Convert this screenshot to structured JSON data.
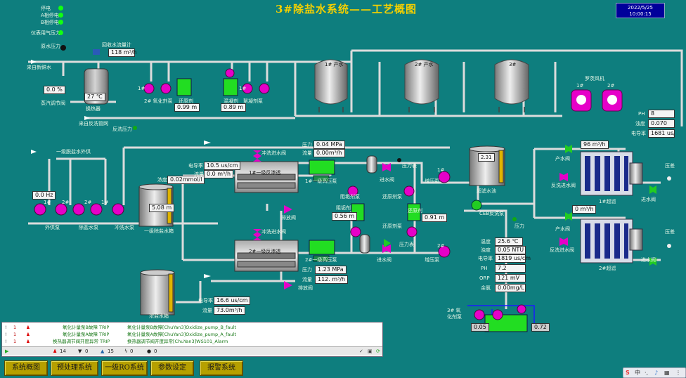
{
  "header": {
    "title": "3#除盐水系统——工艺概图",
    "date": "2022/5/25",
    "time": "10:00:15"
  },
  "legend": {
    "items": [
      "停电",
      "A相停电",
      "B相停电"
    ],
    "pressure_label": "仪表用气压力"
  },
  "raw_water": {
    "pressure_label": "原水压力",
    "inlet_label": "来自新鲜水",
    "flow_label": "回收水流量计",
    "flow_value": "118 m³/h"
  },
  "heat_exchanger": {
    "valve_label": "蒸汽调节阀",
    "valve_value": "0.0 %",
    "temp_value": "27 ℃",
    "name": "换热器"
  },
  "dosing": {
    "oxidizer_pump": "2# 氧化剂泵",
    "oxidizer_tag": "1#",
    "reducer_tank": "还原剂",
    "reducer_value": "0.99 m",
    "coagulant_tank": "混凝剂",
    "coagulant_value": "0.89 m",
    "coagulant_pump": "絮凝剂泵",
    "coagulant_tag": "1#"
  },
  "return_line": {
    "inlet_label": "来自反洗管网",
    "pressure_label": "反洗压力"
  },
  "filters": {
    "f1": "1# 产水",
    "f2": "2# 产水",
    "f3": "3#"
  },
  "fans": {
    "title": "罗茨风机",
    "fan1": "1#",
    "fan2": "2#"
  },
  "quality_top": {
    "ph_label": "PH",
    "ph_value": "8",
    "turb_label": "浊度",
    "turb_value": "0.070",
    "cond_label": "电导率",
    "cond_value": "1681 us/cm"
  },
  "primary_supply": {
    "title": "一级脱盐水外供",
    "freq": "0.0 Hz",
    "pump_tag1": "1#",
    "pump_tag2": "2#",
    "pump_tag3": "2#",
    "pump_tag4": "1#",
    "supply_pump": "外供泵",
    "desalt_pump": "除盐水泵",
    "flush_pump": "冲洗水泵",
    "tank_level": "5.08 m",
    "tank_name": "一级除盐水箱",
    "conc_label": "浓度",
    "conc_value": "0.02mmol/l"
  },
  "ro1": {
    "name": "1#一级反渗透",
    "cond_label": "电导率",
    "cond_value": "10.5 us/cm",
    "flow_label": "流量",
    "flow_value": "0.0 m³/h",
    "flush_valve": "冲洗进水阀",
    "drain_valve": "排放阀",
    "pump_name": "1#一级高压泵",
    "press_label": "压力",
    "press_value": "0.04 MPa",
    "flow2_label": "流量",
    "flow2_value": "0.00m³/h"
  },
  "ro2": {
    "name": "2#一级反渗透",
    "flush_valve": "冲洗进水阀",
    "drain_valve": "排放阀",
    "pump_name": "2#一级高压泵",
    "press_label": "压力",
    "press_value": "1.23 MPa",
    "flow_label": "流量",
    "flow_value": "112. m³/h",
    "cond_label": "电导率",
    "cond_value": "16.6 us/cm",
    "flow2_label": "流量",
    "flow2_value": "73.0m³/h"
  },
  "dosing2": {
    "antiscalant": "阻垢剂泵",
    "antiscalant_tank": "阻垢剂",
    "antiscalant_value": "0.56 m",
    "reducer_pump": "还原剂泵",
    "reducer_pump2": "还原剂泵",
    "reducer_tank": "还原剂",
    "reducer_value": "0.91 m"
  },
  "feed": {
    "pressure_label": "压力表",
    "valve1": "进水阀",
    "valve2": "进水阀",
    "pump1": "增压泵",
    "pump2": "增压泵",
    "pump_tag": "1#",
    "pump_tag2": "2#",
    "pressure_label2": "压力表"
  },
  "uf": {
    "tank_name": "超滤水池",
    "tank_level": "2.31",
    "backwash_pump": "CEB反洗泵",
    "pressure_label": "压力",
    "quality": {
      "temp_label": "温度",
      "temp": "25.6 ℃",
      "turb_label": "浊度",
      "turb": "0.05 NTU",
      "cond_label": "电导率",
      "cond": "1819 us/cm",
      "ph_label": "PH",
      "ph": "7.2",
      "orp_label": "ORP",
      "orp": "121 mV",
      "cl_label": "余氯",
      "cl": "0.00mg/L"
    }
  },
  "uf_trains": {
    "prod_valve": "产水阀",
    "flow1": "96 m³/h",
    "flow2": "0 m³/h",
    "backwash_valve": "反洗进水阀",
    "backwash_valve2": "反洗进水阀",
    "prod_valve2": "产水阀",
    "inlet_valve": "进水阀",
    "inlet_valve2": "进水阀",
    "pressure_label": "压差",
    "pressure_label2": "压差",
    "uf1": "1#超滤",
    "uf2": "2#超滤"
  },
  "oxidizer2": {
    "name": "3# 氧化剂泵",
    "v1": "0.05",
    "v2": "0.72"
  },
  "concentrate": {
    "tank_name": "浓盐水箱"
  },
  "alarms": [
    {
      "type": "氧化计量泵B故障 TRIP",
      "desc": "氧化计量泵B故障[ChuYan3]Oxidize_pump_B_fault"
    },
    {
      "type": "氧化计量泵A故障 TRIP",
      "desc": "氧化计量泵A故障[ChuYan3]Oxidize_pump_A_fault"
    },
    {
      "type": "换热器调节阀开度异常 TRIP",
      "desc": "换热器调节阀开度异常[ChuYan3]WS101_Alarm"
    }
  ],
  "alarm_status": {
    "red": "14",
    "zero1": "0",
    "blue": "15",
    "zero2": "0",
    "zero3": "0"
  },
  "nav": [
    "系统概图",
    "预处理系统",
    "一级RO系统",
    "参数设定",
    "报警系统"
  ],
  "tray": {
    "lang": "中"
  },
  "colors": {
    "background": "#0e7e7e",
    "pump": "#e600c8",
    "tank_green": "#22dd22",
    "title": "#f5d000"
  }
}
